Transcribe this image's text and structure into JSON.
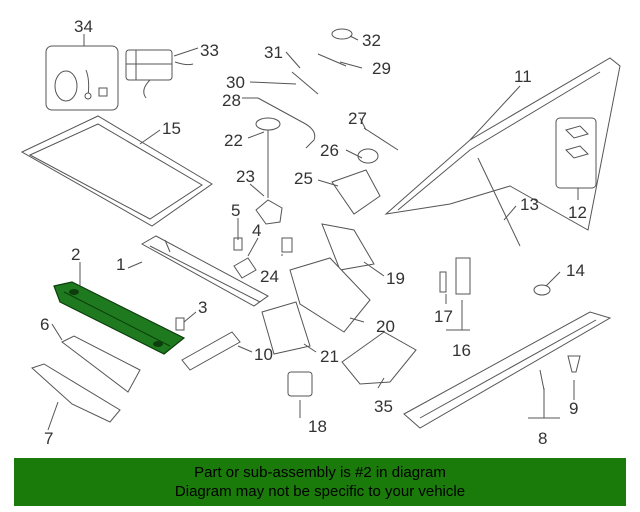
{
  "diagram": {
    "callouts": [
      "2",
      "1",
      "3",
      "4",
      "5",
      "6",
      "7",
      "8",
      "9",
      "10",
      "11",
      "12",
      "13",
      "14",
      "15",
      "16",
      "17",
      "18",
      "19",
      "20",
      "21",
      "22",
      "23",
      "24",
      "25",
      "26",
      "27",
      "28",
      "29",
      "30",
      "31",
      "32",
      "33",
      "34",
      "35"
    ]
  },
  "footer": {
    "line1": "Part or sub-assembly is #2 in diagram",
    "line2": "Diagram may not be specific to your vehicle"
  },
  "colors": {
    "highlight": "#1f7a1f",
    "banner": "#1a7a0a"
  }
}
